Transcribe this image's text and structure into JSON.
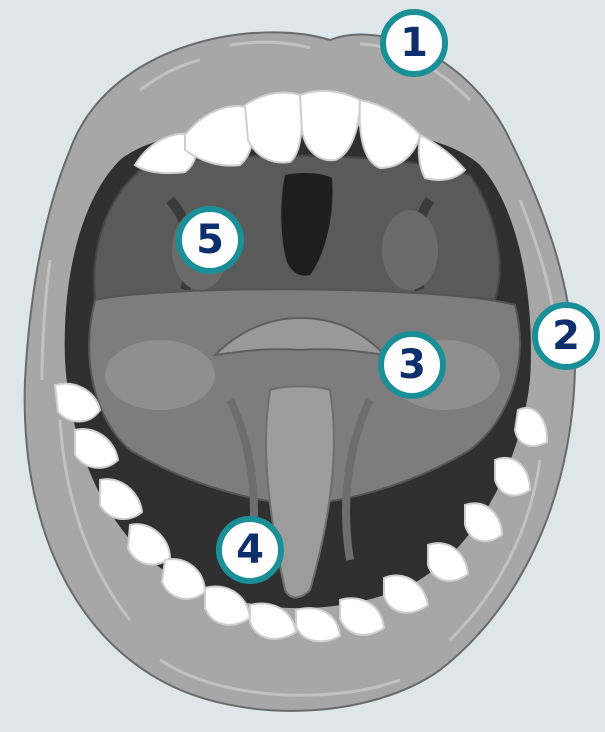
{
  "diagram": {
    "subject": "open-mouth-anatomy",
    "markers": [
      {
        "id": "marker-1",
        "label": "1"
      },
      {
        "id": "marker-2",
        "label": "2"
      },
      {
        "id": "marker-3",
        "label": "3"
      },
      {
        "id": "marker-4",
        "label": "4"
      },
      {
        "id": "marker-5",
        "label": "5"
      }
    ]
  },
  "colors": {
    "background": "#dfe6ea",
    "marker_ring": "#1a8f97",
    "marker_text": "#0d2f6b",
    "lip": "#a9a9a9",
    "cavity": "#3c3c3c",
    "tongue": "#8a8a8a",
    "teeth": "#ffffff"
  }
}
